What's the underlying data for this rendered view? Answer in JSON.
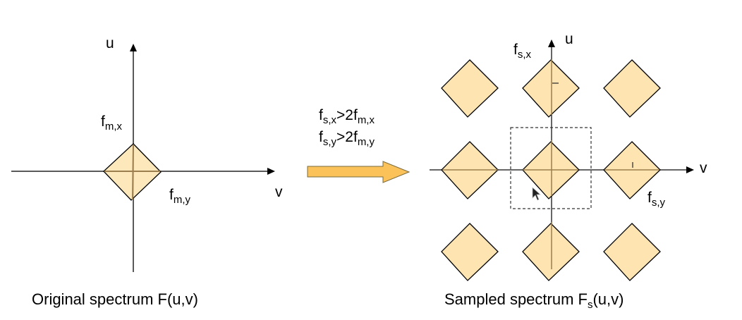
{
  "colors": {
    "diamond_fill": "#fde4b0",
    "diamond_stroke": "#000000",
    "axis": "#5a5a5a",
    "axis_dark": "#333333",
    "axis_inside_diamond": "#9c7f4e",
    "arrow_fill": "#fbc25a",
    "arrow_stroke": "#7a6a3a",
    "dashed_box": "#333333"
  },
  "left": {
    "axis_u_label": "u",
    "axis_v_label": "v",
    "fmx": {
      "base": "f",
      "sub": "m,x"
    },
    "fmy": {
      "base": "f",
      "sub": "m,y"
    },
    "caption": "Original spectrum F(u,v)"
  },
  "middle": {
    "cond1": {
      "lhs_base": "f",
      "lhs_sub": "s,x",
      "op": ">2",
      "rhs_base": "f",
      "rhs_sub": "m,x"
    },
    "cond2": {
      "lhs_base": "f",
      "lhs_sub": "s,y",
      "op": ">2",
      "rhs_base": "f",
      "rhs_sub": "m,y"
    },
    "arrow_icon": "right-block-arrow"
  },
  "right": {
    "axis_u_label": "u",
    "axis_v_label": "v",
    "fsx": {
      "base": "f",
      "sub": "s,x"
    },
    "fsy": {
      "base": "f",
      "sub": "s,y"
    },
    "caption_base": "Sampled spectrum F",
    "caption_sub": "s",
    "caption_tail": "(u,v)",
    "replica_grid": {
      "rows": 3,
      "cols": 3
    },
    "cursor_icon": "mouse-pointer"
  }
}
